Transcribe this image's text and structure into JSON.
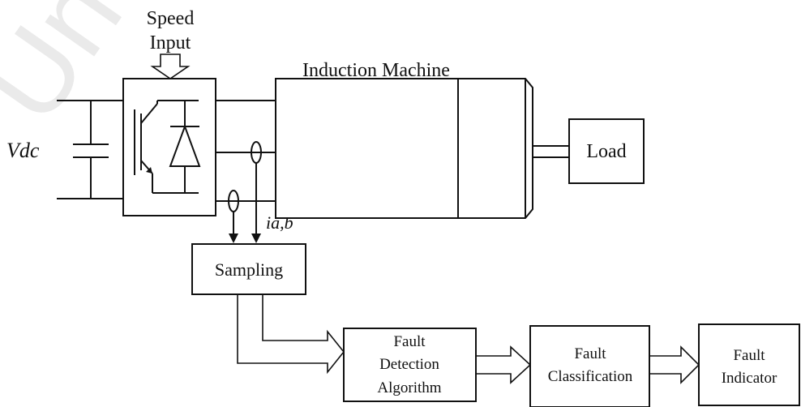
{
  "watermark": "Un",
  "labels": {
    "speed_input_line1": "Speed",
    "speed_input_line2": "Input",
    "machine_title": "Induction Machine",
    "dc_voltage": "Vdc",
    "current_label": "ia,b",
    "load": "Load",
    "sampling": "Sampling",
    "fault_detection_line1": "Fault",
    "fault_detection_line2": "Detection",
    "fault_detection_line3": "Algorithm",
    "fault_classification_line1": "Fault",
    "fault_classification_line2": "Classification",
    "fault_indicator_line1": "Fault",
    "fault_indicator_line2": "Indicator"
  }
}
